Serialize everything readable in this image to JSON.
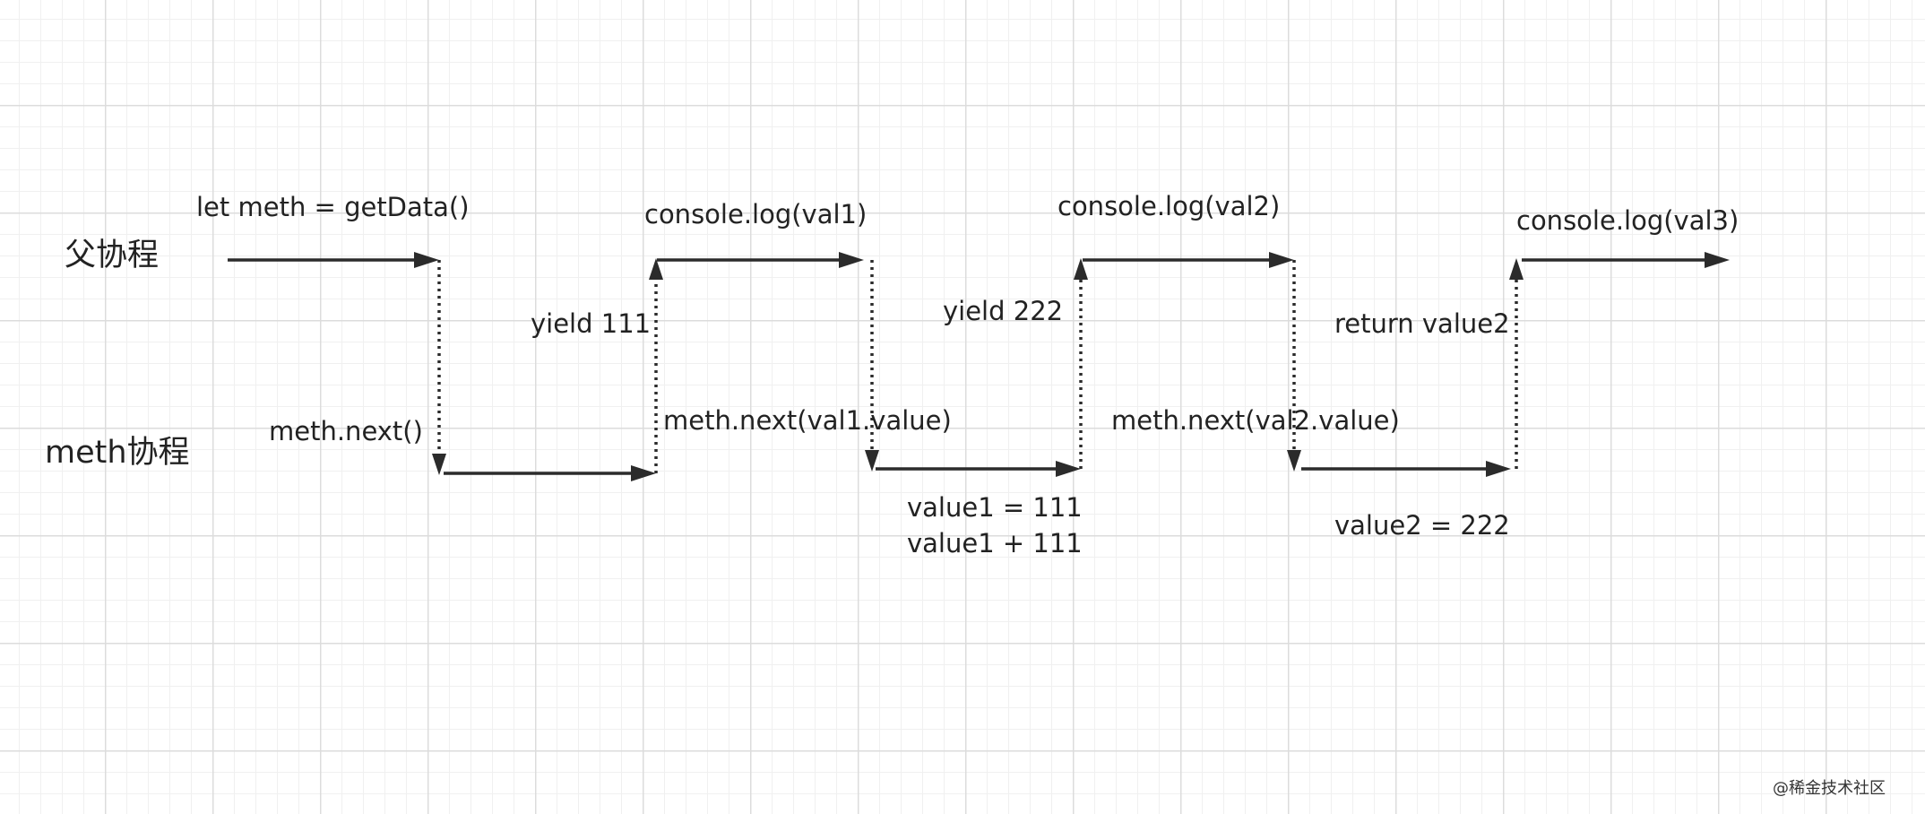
{
  "lanes": {
    "parent": "父协程",
    "meth": "meth协程"
  },
  "labels": {
    "let_meth": "let meth = getData()",
    "meth_next": "meth.next()",
    "yield_111": "yield 111",
    "console_val1": "console.log(val1)",
    "meth_next_val1": "meth.next(val1.value)",
    "value1_eq": "value1 = 111",
    "value1_plus": "value1 + 111",
    "yield_222": "yield 222",
    "console_val2": "console.log(val2)",
    "meth_next_val2": "meth.next(val2.value)",
    "value2_eq": "value2 = 222",
    "return_value2": "return value2",
    "console_val3": "console.log(val3)"
  },
  "watermark": "@稀金技术社区",
  "colors": {
    "line": "#2b2b2b",
    "grid_major": "#dcdcdc",
    "grid_minor": "#f0f0f0",
    "text": "#222222"
  }
}
